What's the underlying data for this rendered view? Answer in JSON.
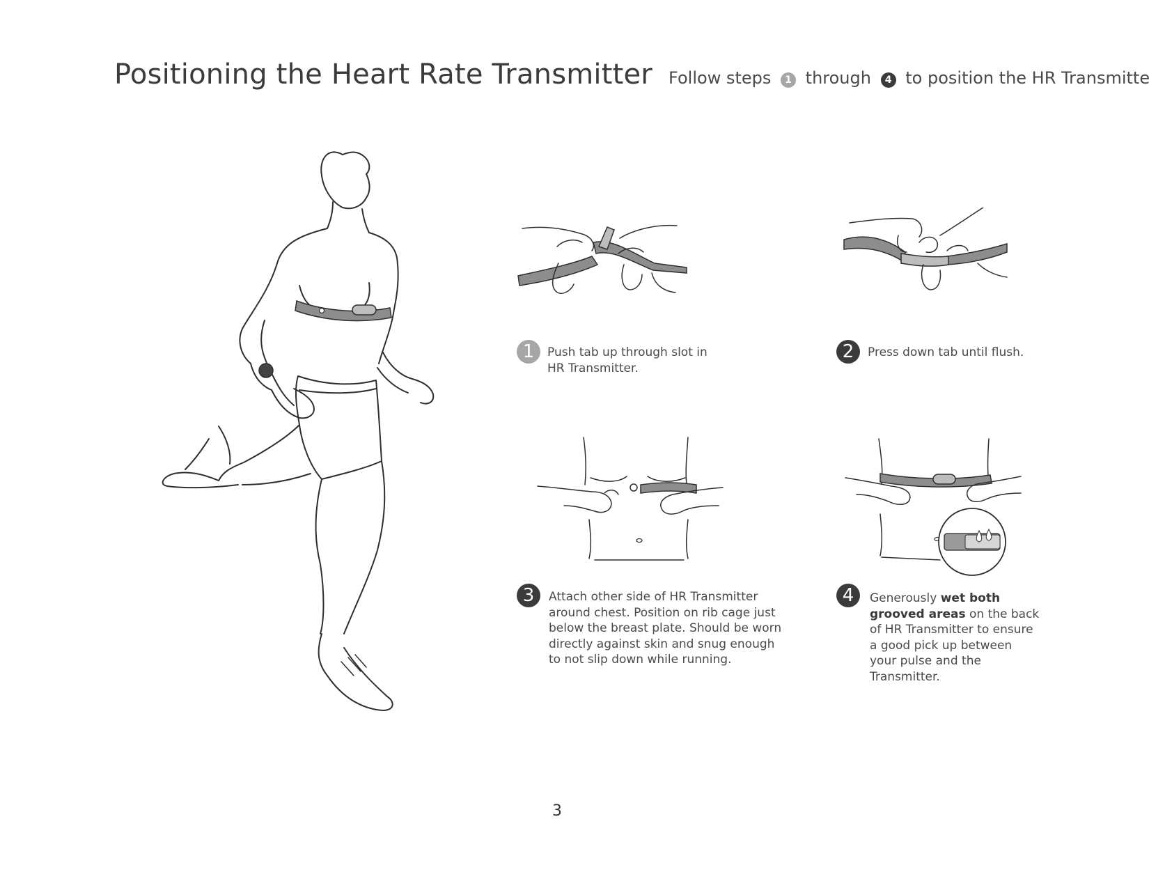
{
  "header": {
    "title": "Positioning the Heart Rate Transmitter",
    "subtitle_before": "Follow steps",
    "subtitle_step_a": "1",
    "subtitle_middle": "through",
    "subtitle_step_b": "4",
    "subtitle_after": "to position the HR Transmitter."
  },
  "steps": [
    {
      "number": "1",
      "text": "Push tab up through slot in HR Transmitter."
    },
    {
      "number": "2",
      "text": "Press down tab until flush."
    },
    {
      "number": "3",
      "text": "Attach other side of HR Transmitter around chest. Position on rib cage just below the breast plate. Should be worn directly against skin and snug enough to not slip down while running."
    },
    {
      "number": "4",
      "text_before": "Generously ",
      "text_bold": "wet both grooved areas",
      "text_after": " on the back of HR Transmitter to ensure a good pick up between your pulse and the Transmitter."
    }
  ],
  "page_number": "3",
  "colors": {
    "step_light": "#a6a6a6",
    "step_dark": "#3b3b3b",
    "strap": "#8d8d8d"
  },
  "illustrations": [
    "runner-illustration",
    "step1-illustration",
    "step2-illustration",
    "step3-illustration",
    "step4-illustration"
  ]
}
